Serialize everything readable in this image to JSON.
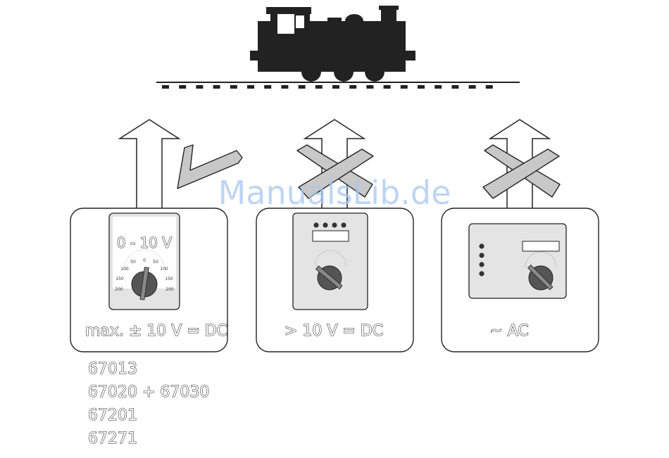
{
  "watermark": "ManualsLib.de",
  "panels": [
    {
      "id": "dc-controller",
      "status": "allowed",
      "display_text": "0 - 10 V",
      "dial_ticks": [
        "0",
        "50",
        "50",
        "100",
        "100",
        "150",
        "150",
        "200",
        "200"
      ],
      "caption": "max. ± 10 V = DC"
    },
    {
      "id": "dc-high-controller",
      "status": "forbidden",
      "caption": "> 10 V = DC"
    },
    {
      "id": "ac-controller",
      "status": "forbidden",
      "caption": "~ AC"
    }
  ],
  "model_numbers": [
    "67013",
    "67020 + 67030",
    "67201",
    "67271"
  ]
}
